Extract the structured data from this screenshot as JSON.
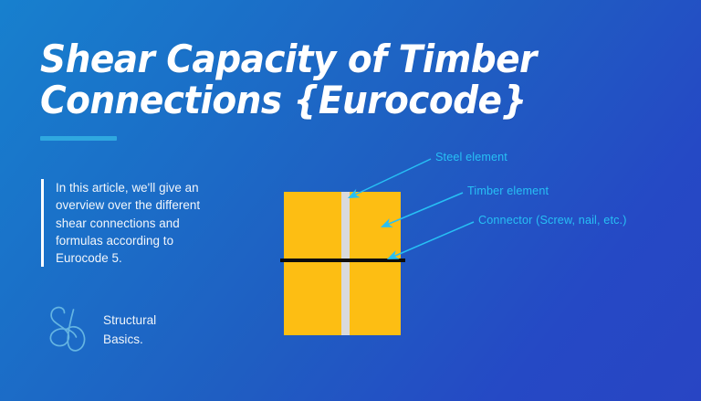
{
  "theme": {
    "bg_gradient_from": "#1780ce",
    "bg_gradient_to": "#2845c4",
    "accent_cyan": "#27c0f5",
    "rule_blue": "#2fa8e0",
    "timber_color": "#fdbe13",
    "steel_color": "#d9dadb",
    "connector_color": "#0d0d0d",
    "text_white": "#ffffff"
  },
  "header": {
    "title": "Shear Capacity of Timber\nConnections {Eurocode}"
  },
  "intro": {
    "paragraph": "In this article, we'll give an\noverview over the different\nshear connections and\nformulas according to\nEurocode 5."
  },
  "brand": {
    "monogram": "sb-monogram-icon",
    "name": "Structural\nBasics."
  },
  "diagram": {
    "labels": [
      {
        "id": "steel",
        "text": "Steel element"
      },
      {
        "id": "timber",
        "text": "Timber element"
      },
      {
        "id": "connector",
        "text": "Connector (Screw, nail, etc.)"
      }
    ],
    "parts": [
      {
        "id": "timber-block",
        "name": "timber element"
      },
      {
        "id": "steel-plate",
        "name": "steel element"
      },
      {
        "id": "connector-line",
        "name": "connector"
      }
    ]
  }
}
